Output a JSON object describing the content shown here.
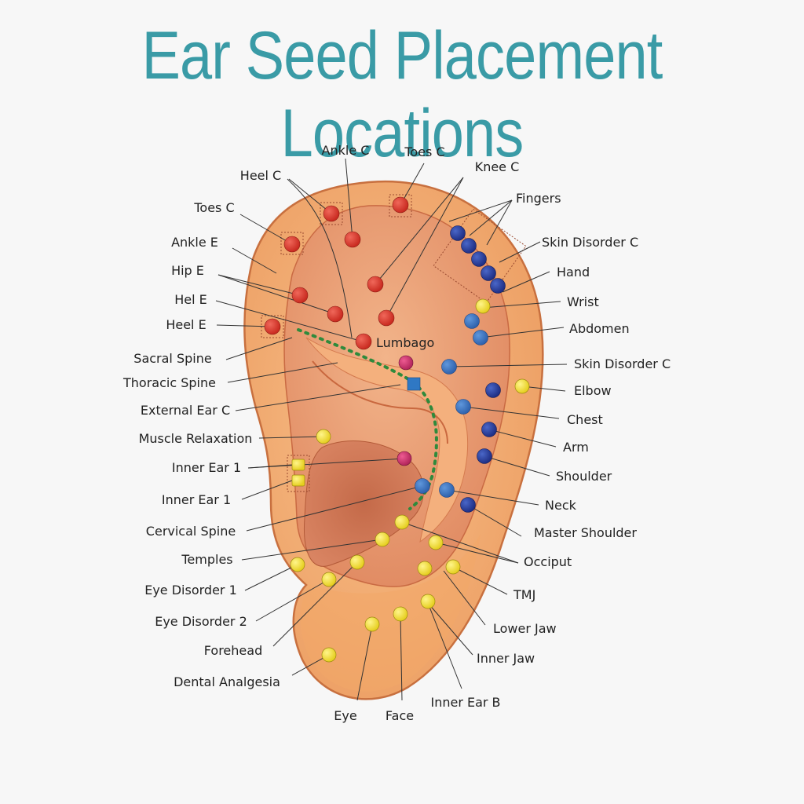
{
  "title": "Ear Seed Placement Locations",
  "colors": {
    "title": "#3a9ba6",
    "ear_outer": "#f3ab6f",
    "ear_inner": "#e9946a",
    "ear_shadow": "#c9643e",
    "red": "#d9352a",
    "dark_blue": "#2a3f9a",
    "light_blue": "#3b74c0",
    "yellow": "#f4e24a",
    "magenta": "#c9336e",
    "green": "#2f8a3c"
  },
  "labels": {
    "ankle_c": "Ankle C",
    "toes_c_top": "Toes C",
    "knee_c": "Knee C",
    "heel_c": "Heel C",
    "fingers": "Fingers",
    "toes_c_left": "Toes C",
    "skin_disorder_c_top": "Skin Disorder C",
    "ankle_e": "Ankle E",
    "hand": "Hand",
    "hip_e": "Hip E",
    "wrist": "Wrist",
    "hel_e": "Hel E",
    "abdomen": "Abdomen",
    "heel_e": "Heel E",
    "lumbago": "Lumbago",
    "sacral_spine": "Sacral Spine",
    "skin_disorder_c_mid": "Skin Disorder C",
    "thoracic_spine": "Thoracic Spine",
    "elbow": "Elbow",
    "external_ear_c": "External Ear C",
    "chest": "Chest",
    "muscle_relaxation": "Muscle Relaxation",
    "arm": "Arm",
    "inner_ear_1a": "Inner Ear 1",
    "shoulder": "Shoulder",
    "inner_ear_1b": "Inner Ear 1",
    "neck": "Neck",
    "cervical_spine": "Cervical Spine",
    "master_shoulder": "Master Shoulder",
    "temples": "Temples",
    "occiput": "Occiput",
    "eye_disorder_1": "Eye Disorder 1",
    "tmj": "TMJ",
    "eye_disorder_2": "Eye Disorder 2",
    "lower_jaw": "Lower Jaw",
    "forehead": "Forehead",
    "inner_jaw": "Inner Jaw",
    "dental_analgesia": "Dental Analgesia",
    "inner_ear_b": "Inner Ear B",
    "eye": "Eye",
    "face": "Face"
  }
}
